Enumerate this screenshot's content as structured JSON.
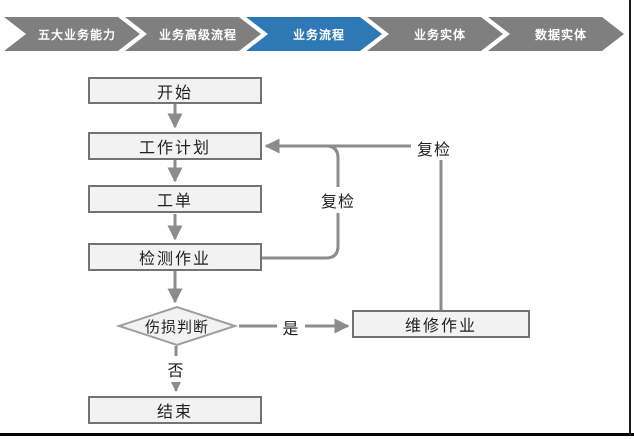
{
  "nav": {
    "items": [
      {
        "label": "五大业务能力",
        "active": false
      },
      {
        "label": "业务高级流程",
        "active": false
      },
      {
        "label": "业务流程",
        "active": true
      },
      {
        "label": "业务实体",
        "active": false
      },
      {
        "label": "数据实体",
        "active": false
      }
    ]
  },
  "flowchart": {
    "nodes": {
      "start": {
        "label": "开始",
        "shape": "rect"
      },
      "work_plan": {
        "label": "工作计划",
        "shape": "rect"
      },
      "work_order": {
        "label": "工单",
        "shape": "rect"
      },
      "inspection_job": {
        "label": "检测作业",
        "shape": "rect"
      },
      "damage_judgment": {
        "label": "伤损判断",
        "shape": "diamond"
      },
      "end": {
        "label": "结束",
        "shape": "rect"
      },
      "repair_job": {
        "label": "维修作业",
        "shape": "rect"
      }
    },
    "edges": {
      "yes_label": "是",
      "no_label": "否",
      "recheck_from_repair_label": "复检",
      "recheck_from_inspection_label": "复检"
    }
  },
  "colors": {
    "nav_inactive": "#7f7f7f",
    "nav_active": "#2e78b6",
    "nav_text": "#ffffff",
    "connector": "#8c8c8c",
    "node_fill": "#f2f2f2",
    "node_border": "#737373",
    "diamond_border": "#9e9e9e",
    "node_text": "#1f1f1f",
    "frame_border": "#000000"
  }
}
